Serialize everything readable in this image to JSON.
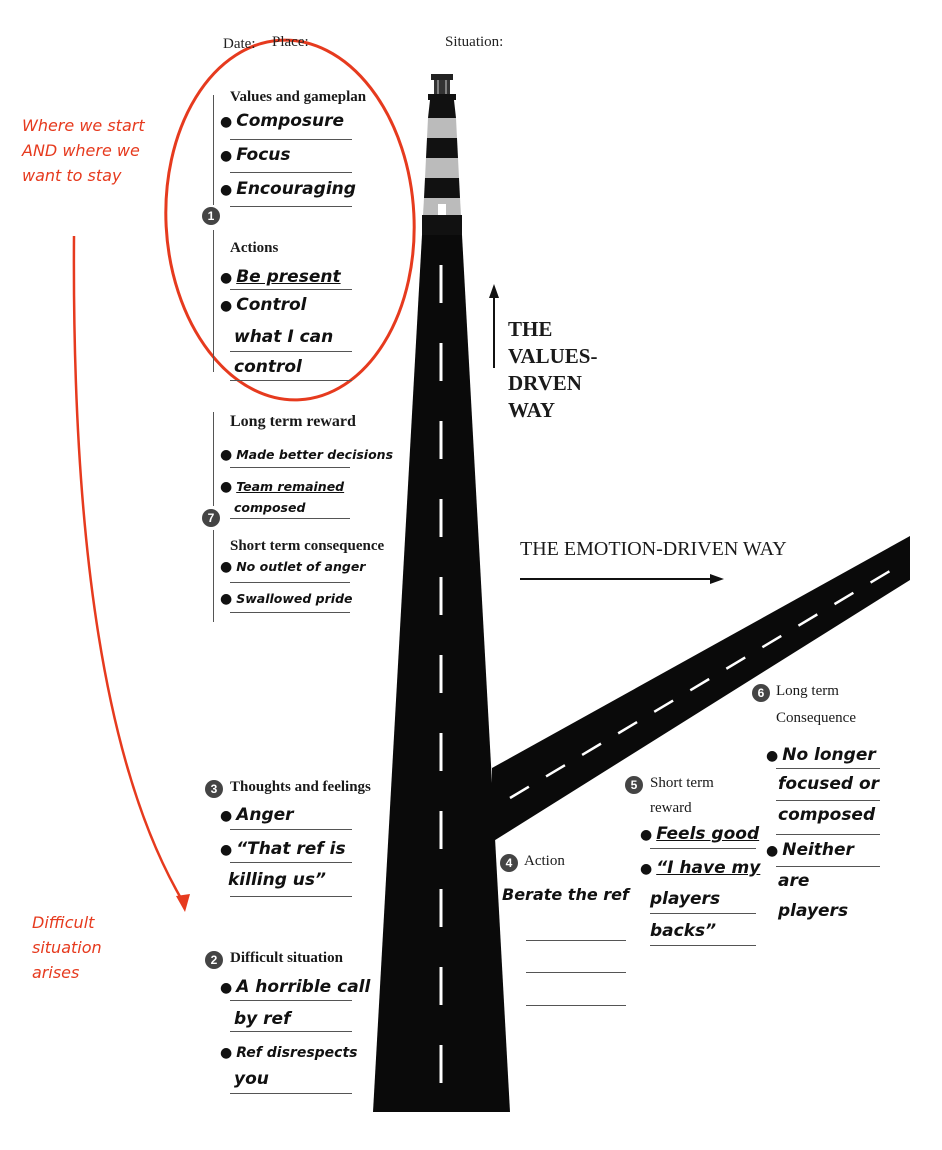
{
  "header": {
    "date_label": "Date:",
    "place_label": "Place:",
    "situation_label": "Situation:"
  },
  "left_notes": {
    "top": [
      "Where we start",
      "AND where we",
      "want to stay"
    ],
    "bottom": [
      "Difficult",
      "situation",
      "arises"
    ]
  },
  "section1": {
    "number": "1",
    "values_label": "Values and gameplan",
    "values": [
      "Composure",
      "Focus",
      "Encouraging"
    ],
    "actions_label": "Actions",
    "actions": [
      "Be present",
      "Control",
      "what I can",
      "control"
    ]
  },
  "section7": {
    "number": "7",
    "long_label": "Long term reward",
    "long_items": [
      "Made better decisions",
      "Team remained",
      "composed"
    ],
    "short_label": "Short term consequence",
    "short_items": [
      "No outlet of anger",
      "Swallowed pride"
    ]
  },
  "values_way": [
    "THE",
    "VALUES-",
    "DRVEN",
    "WAY"
  ],
  "emotion_way": "THE EMOTION-DRIVEN WAY",
  "section3": {
    "number": "3",
    "label": "Thoughts and feelings",
    "items": [
      "Anger",
      "“That ref is",
      "killing us”"
    ]
  },
  "section2": {
    "number": "2",
    "label": "Difficult situation",
    "items": [
      "A horrible call",
      "by ref",
      "Ref disrespects",
      "you"
    ]
  },
  "section4": {
    "number": "4",
    "label": "Action",
    "items": [
      "Berate the ref"
    ]
  },
  "section5": {
    "number": "5",
    "label_1": "Short term",
    "label_2": "reward",
    "items": [
      "Feels good",
      "“I have my",
      "players",
      "backs”"
    ]
  },
  "section6": {
    "number": "6",
    "label_1": "Long term",
    "label_2": "Consequence",
    "items": [
      "No longer",
      "focused or",
      "composed",
      "Neither",
      "are",
      "players"
    ]
  },
  "colors": {
    "annotation": "#e63a1e",
    "road": "#0a0a0a"
  }
}
